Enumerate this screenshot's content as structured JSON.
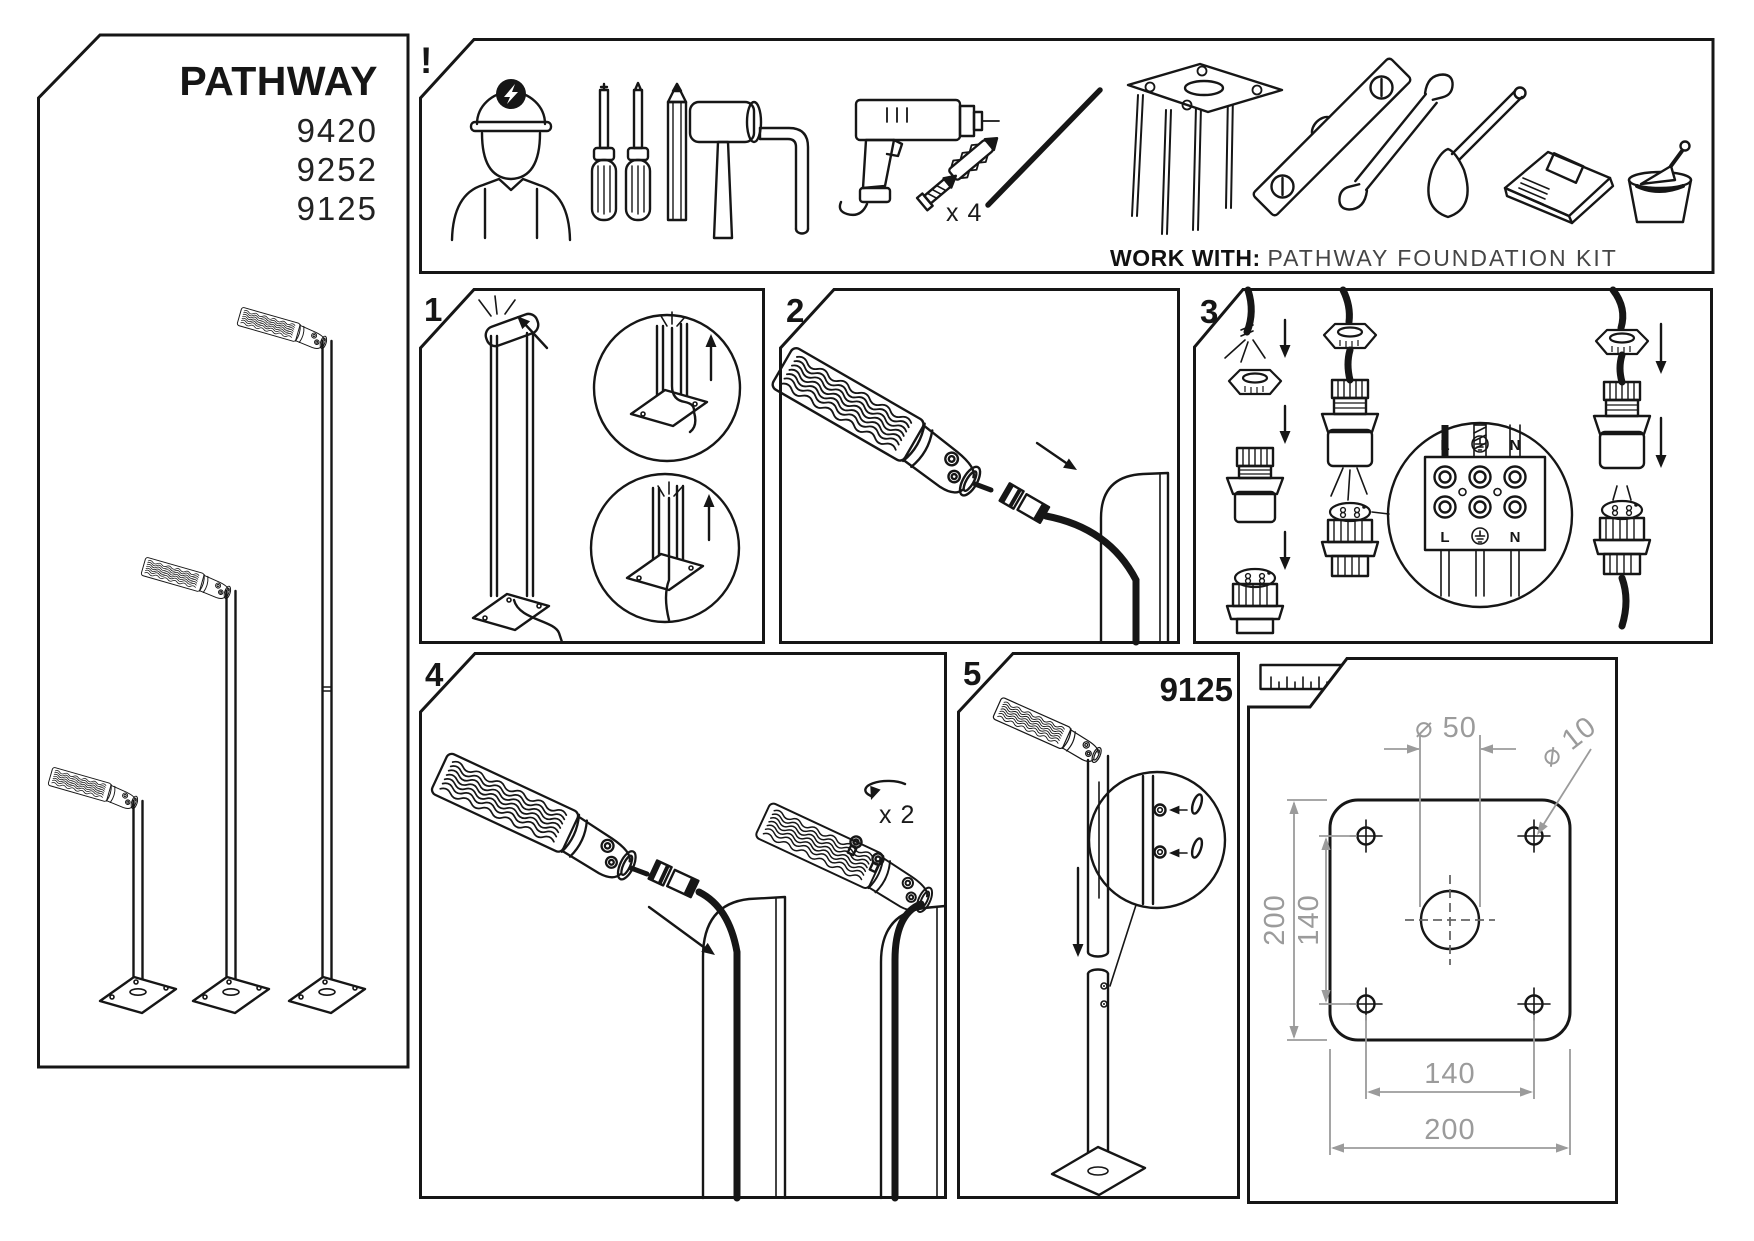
{
  "colors": {
    "line": "#161616",
    "dimension": "#9b9b9b",
    "background": "#ffffff"
  },
  "title_panel": {
    "title": "PATHWAY",
    "models": [
      "9420",
      "9252",
      "9125"
    ]
  },
  "tools_panel": {
    "marker": "!",
    "anchor_count": "x 4",
    "work_with_label": "WORK WITH:",
    "work_with_value": "PATHWAY FOUNDATION KIT",
    "icons": [
      "electrician",
      "phillips-screwdriver",
      "flat-screwdriver",
      "pencil",
      "mallet",
      "hex-key",
      "drill",
      "wall-anchor-screw",
      "ground-rod",
      "foundation-plate",
      "spirit-level",
      "wrench",
      "shovel",
      "cement-bag",
      "bucket-trowel"
    ]
  },
  "steps": {
    "step1": {
      "number": "1"
    },
    "step2": {
      "number": "2"
    },
    "step3": {
      "number": "3",
      "terminal_live": "L",
      "terminal_neutral": "N"
    },
    "step4": {
      "number": "4",
      "screw_count": "x 2"
    },
    "step5": {
      "number": "5",
      "model": "9125"
    }
  },
  "dimensions": {
    "icon": "ruler",
    "pole_hole_diameter": "⌀ 50",
    "fixing_hole_diameter": "⌀ 10",
    "plate_height": "200",
    "hole_spacing_vertical": "140",
    "hole_spacing_horizontal": "140",
    "plate_width": "200"
  }
}
